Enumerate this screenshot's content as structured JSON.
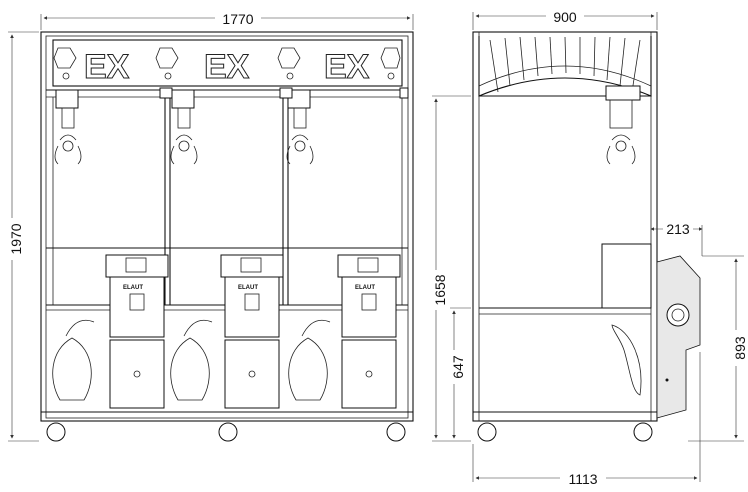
{
  "dimensions": {
    "front_width": "1770",
    "front_height": "1970",
    "side_depth_top": "900",
    "side_panel_depth": "213",
    "side_height": "1658",
    "side_lower_height": "647",
    "side_panel_height": "893",
    "side_total_depth": "1113"
  },
  "brand": "ELAUT",
  "logo_letters": "EX",
  "colors": {
    "ink": "#111111",
    "glass": "#ffffff",
    "panel_shade": "#e8e8e8"
  }
}
